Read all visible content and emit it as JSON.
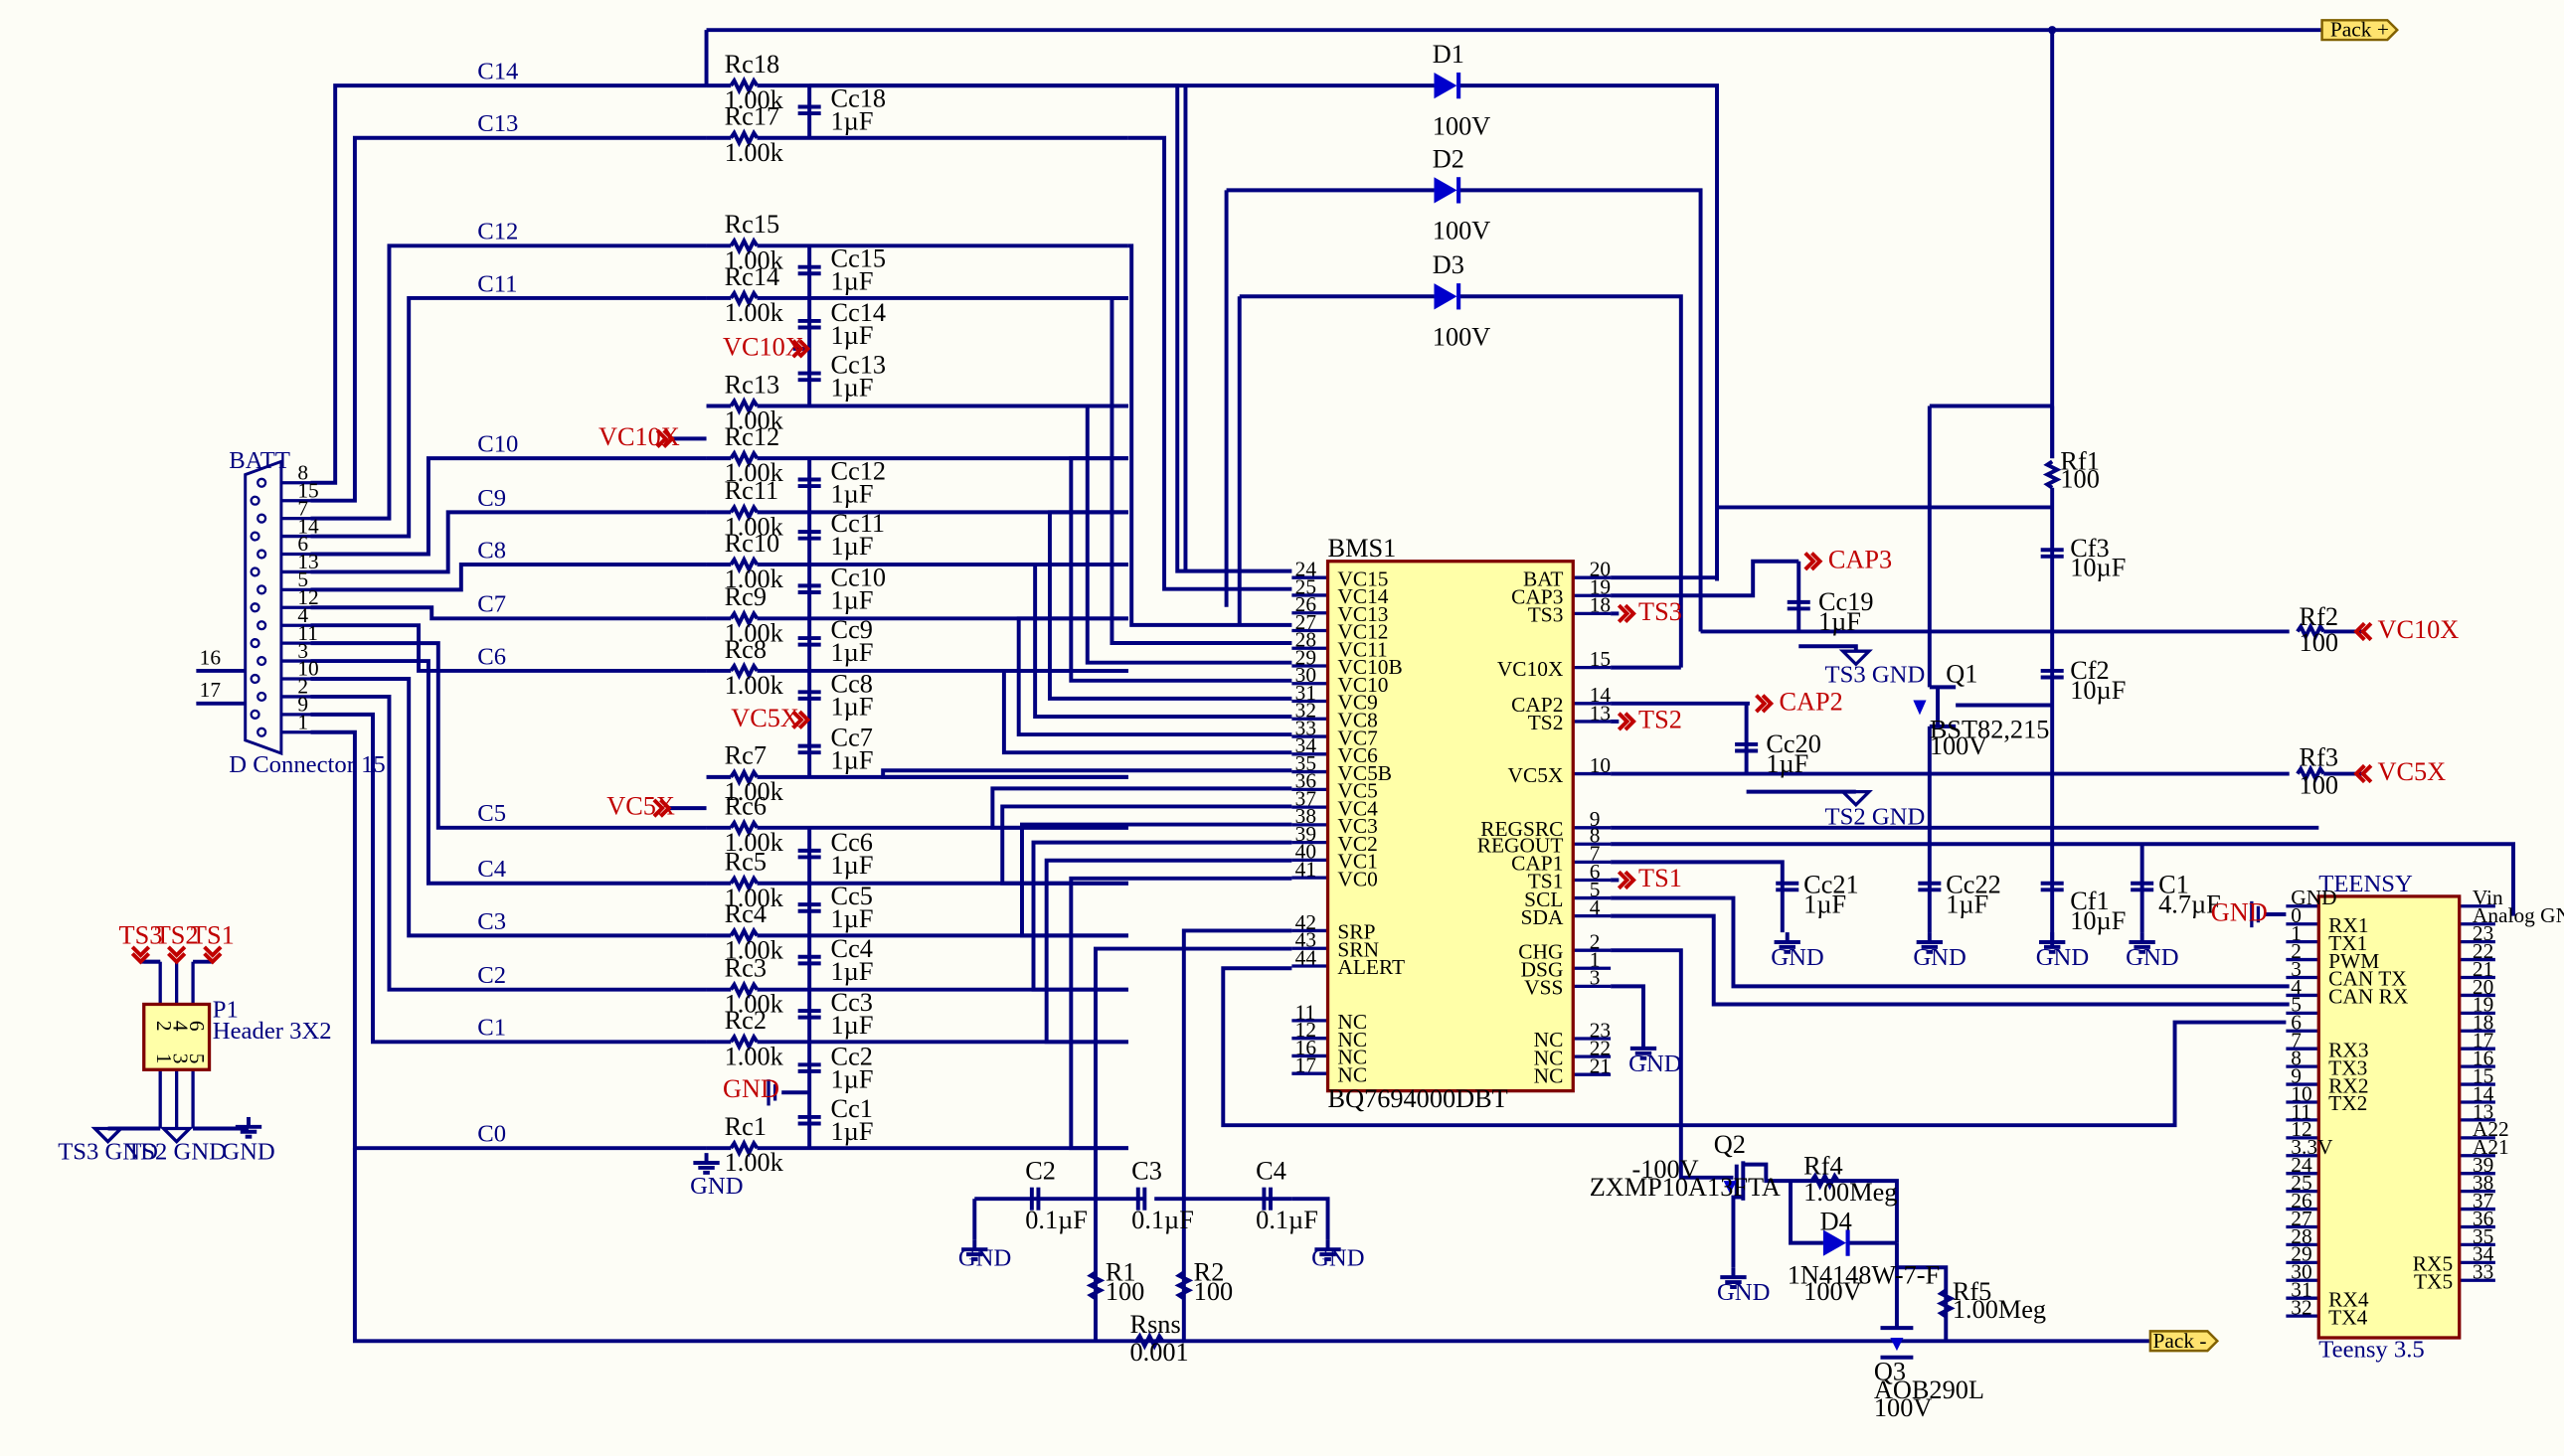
{
  "ports": {
    "pack_pos": "Pack +",
    "pack_neg": "Pack -"
  },
  "batt": {
    "ref": "BATT",
    "name": "D Connector 15",
    "pins_left": [
      "8",
      "15",
      "7",
      "14",
      "6",
      "13",
      "5",
      "12",
      "4",
      "11",
      "3",
      "10",
      "2",
      "9",
      "1"
    ],
    "pin16": "16",
    "pin17": "17"
  },
  "cell_nets": [
    "C14",
    "C13",
    "C12",
    "C11",
    "C10",
    "C9",
    "C8",
    "C7",
    "C6",
    "C5",
    "C4",
    "C3",
    "C2",
    "C1",
    "C0"
  ],
  "resistors": [
    {
      "ref": "Rc18",
      "val": "1.00k"
    },
    {
      "ref": "Rc17",
      "val": "1.00k"
    },
    {
      "ref": "Rc15",
      "val": "1.00k"
    },
    {
      "ref": "Rc14",
      "val": "1.00k"
    },
    {
      "ref": "Rc13",
      "val": "1.00k"
    },
    {
      "ref": "Rc12",
      "val": "1.00k"
    },
    {
      "ref": "Rc11",
      "val": "1.00k"
    },
    {
      "ref": "Rc10",
      "val": "1.00k"
    },
    {
      "ref": "Rc9",
      "val": "1.00k"
    },
    {
      "ref": "Rc8",
      "val": "1.00k"
    },
    {
      "ref": "Rc7",
      "val": "1.00k"
    },
    {
      "ref": "Rc6",
      "val": "1.00k"
    },
    {
      "ref": "Rc5",
      "val": "1.00k"
    },
    {
      "ref": "Rc4",
      "val": "1.00k"
    },
    {
      "ref": "Rc3",
      "val": "1.00k"
    },
    {
      "ref": "Rc2",
      "val": "1.00k"
    },
    {
      "ref": "Rc1",
      "val": "1.00k"
    }
  ],
  "caps": [
    {
      "ref": "Cc18",
      "val": "1µF"
    },
    {
      "ref": "Cc15",
      "val": "1µF"
    },
    {
      "ref": "Cc14",
      "val": "1µF"
    },
    {
      "ref": "Cc13",
      "val": "1µF"
    },
    {
      "ref": "Cc12",
      "val": "1µF"
    },
    {
      "ref": "Cc11",
      "val": "1µF"
    },
    {
      "ref": "Cc10",
      "val": "1µF"
    },
    {
      "ref": "Cc9",
      "val": "1µF"
    },
    {
      "ref": "Cc8",
      "val": "1µF"
    },
    {
      "ref": "Cc7",
      "val": "1µF"
    },
    {
      "ref": "Cc6",
      "val": "1µF"
    },
    {
      "ref": "Cc5",
      "val": "1µF"
    },
    {
      "ref": "Cc4",
      "val": "1µF"
    },
    {
      "ref": "Cc3",
      "val": "1µF"
    },
    {
      "ref": "Cc2",
      "val": "1µF"
    },
    {
      "ref": "Cc1",
      "val": "1µF"
    }
  ],
  "diodes": [
    {
      "ref": "D1",
      "val": "100V"
    },
    {
      "ref": "D2",
      "val": "100V"
    },
    {
      "ref": "D3",
      "val": "100V"
    }
  ],
  "net_labels": {
    "vc10x": "VC10X",
    "vc5x": "VC5X",
    "cap3": "CAP3",
    "cap2": "CAP2",
    "ts3": "TS3",
    "ts2": "TS2",
    "ts1": "TS1",
    "gnd": "GND",
    "ts3gnd": "TS3 GND",
    "ts2gnd": "TS2 GND"
  },
  "bms": {
    "ref": "BMS1",
    "part": "BQ7694000DBT",
    "left": [
      [
        "24",
        "VC15"
      ],
      [
        "25",
        "VC14"
      ],
      [
        "26",
        "VC13"
      ],
      [
        "27",
        "VC12"
      ],
      [
        "28",
        "VC11"
      ],
      [
        "29",
        "VC10B"
      ],
      [
        "30",
        "VC10"
      ],
      [
        "31",
        "VC9"
      ],
      [
        "32",
        "VC8"
      ],
      [
        "33",
        "VC7"
      ],
      [
        "34",
        "VC6"
      ],
      [
        "35",
        "VC5B"
      ],
      [
        "36",
        "VC5"
      ],
      [
        "37",
        "VC4"
      ],
      [
        "38",
        "VC3"
      ],
      [
        "39",
        "VC2"
      ],
      [
        "40",
        "VC1"
      ],
      [
        "41",
        "VC0"
      ]
    ],
    "left2": [
      [
        "42",
        "SRP"
      ],
      [
        "43",
        "SRN"
      ],
      [
        "44",
        "ALERT"
      ]
    ],
    "left3": [
      [
        "11",
        "NC"
      ],
      [
        "12",
        "NC"
      ],
      [
        "16",
        "NC"
      ],
      [
        "17",
        "NC"
      ]
    ],
    "right": [
      [
        "20",
        "BAT"
      ],
      [
        "19",
        "CAP3"
      ],
      [
        "18",
        "TS3"
      ],
      [
        "15",
        "VC10X"
      ],
      [
        "14",
        "CAP2"
      ],
      [
        "13",
        "TS2"
      ],
      [
        "10",
        "VC5X"
      ],
      [
        "9",
        "REGSRC"
      ],
      [
        "8",
        "REGOUT"
      ],
      [
        "7",
        "CAP1"
      ],
      [
        "6",
        "TS1"
      ],
      [
        "5",
        "SCL"
      ],
      [
        "4",
        "SDA"
      ],
      [
        "2",
        "CHG"
      ],
      [
        "1",
        "DSG"
      ],
      [
        "3",
        "VSS"
      ],
      [
        "23",
        "NC"
      ],
      [
        "22",
        "NC"
      ],
      [
        "21",
        "NC"
      ]
    ]
  },
  "p1": {
    "ref": "P1",
    "name": "Header 3X2",
    "pins_top": [
      "2",
      "4",
      "6"
    ],
    "pins_bot": [
      "1",
      "3",
      "5"
    ],
    "top_labels": [
      "TS3",
      "TS2",
      "TS1"
    ],
    "bot_labels": [
      "TS3 GND",
      "TS2 GND",
      "GND"
    ]
  },
  "misc": {
    "cc19": {
      "ref": "Cc19",
      "val": "1µF"
    },
    "cc20": {
      "ref": "Cc20",
      "val": "1µF"
    },
    "cc21": {
      "ref": "Cc21",
      "val": "1µF"
    },
    "cc22": {
      "ref": "Cc22",
      "val": "1µF"
    },
    "cf1": {
      "ref": "Cf1",
      "val": "10µF"
    },
    "cf2": {
      "ref": "Cf2",
      "val": "10µF"
    },
    "cf3": {
      "ref": "Cf3",
      "val": "10µF"
    },
    "c1": {
      "ref": "C1",
      "val": "4.7µF"
    },
    "c2": {
      "ref": "C2",
      "val": "0.1µF"
    },
    "c3": {
      "ref": "C3",
      "val": "0.1µF"
    },
    "c4": {
      "ref": "C4",
      "val": "0.1µF"
    },
    "rf1": {
      "ref": "Rf1",
      "val": "100"
    },
    "rf2": {
      "ref": "Rf2",
      "val": "100"
    },
    "rf3": {
      "ref": "Rf3",
      "val": "100"
    },
    "rf4": {
      "ref": "Rf4",
      "val": "1.00Meg"
    },
    "rf5": {
      "ref": "Rf5",
      "val": "1.00Meg"
    },
    "r1": {
      "ref": "R1",
      "val": "100"
    },
    "r2": {
      "ref": "R2",
      "val": "100"
    },
    "rsns": {
      "ref": "Rsns",
      "val": "0.001"
    },
    "q1": {
      "ref": "Q1",
      "part": "BST82,215",
      "val": "100V"
    },
    "q2": {
      "ref": "Q2",
      "part": "ZXMP10A13FTA",
      "val": "-100V"
    },
    "q3": {
      "ref": "Q3",
      "part": "AOB290L",
      "val": "100V"
    },
    "d4": {
      "ref": "D4",
      "part": "1N4148W-7-F",
      "val": "100V"
    }
  },
  "teensy": {
    "ref": "TEENSY",
    "part": "Teensy 3.5",
    "left": [
      [
        "GND",
        ""
      ],
      [
        "0",
        "RX1"
      ],
      [
        "1",
        "TX1"
      ],
      [
        "2",
        "PWM"
      ],
      [
        "3",
        "CAN TX"
      ],
      [
        "4",
        "CAN RX"
      ],
      [
        "5",
        ""
      ],
      [
        "6",
        ""
      ],
      [
        "7",
        "RX3"
      ],
      [
        "8",
        "TX3"
      ],
      [
        "9",
        "RX2"
      ],
      [
        "10",
        "TX2"
      ],
      [
        "11",
        ""
      ],
      [
        "12",
        ""
      ],
      [
        "3.3V",
        ""
      ],
      [
        "24",
        ""
      ],
      [
        "25",
        ""
      ],
      [
        "26",
        ""
      ],
      [
        "27",
        ""
      ],
      [
        "28",
        ""
      ],
      [
        "29",
        ""
      ],
      [
        "30",
        ""
      ],
      [
        "31",
        "RX4"
      ],
      [
        "32",
        "TX4"
      ]
    ],
    "right": [
      [
        "Vin",
        ""
      ],
      [
        "Analog GND",
        ""
      ],
      [
        "23",
        ""
      ],
      [
        "22",
        ""
      ],
      [
        "21",
        ""
      ],
      [
        "20",
        ""
      ],
      [
        "19",
        ""
      ],
      [
        "18",
        ""
      ],
      [
        "17",
        ""
      ],
      [
        "16",
        ""
      ],
      [
        "15",
        ""
      ],
      [
        "14",
        ""
      ],
      [
        "13",
        ""
      ],
      [
        "A22",
        ""
      ],
      [
        "A21",
        ""
      ],
      [
        "39",
        ""
      ],
      [
        "38",
        ""
      ],
      [
        "37",
        ""
      ],
      [
        "36",
        ""
      ],
      [
        "35",
        ""
      ],
      [
        "34",
        "RX5"
      ],
      [
        "33",
        "TX5"
      ]
    ]
  }
}
